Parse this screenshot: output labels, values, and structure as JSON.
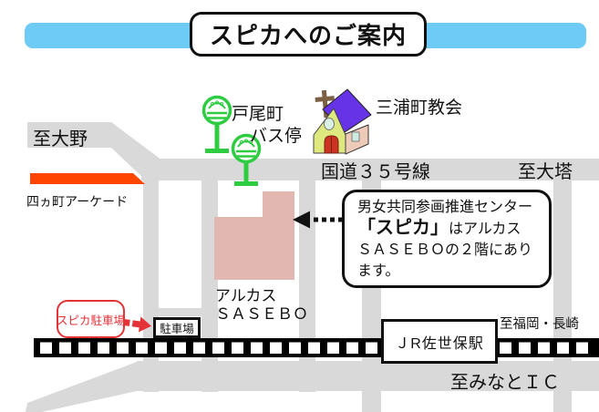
{
  "title": "スピカへのご案内",
  "roads": {
    "route35": "国道３５号線",
    "to_ohno": "至大野",
    "to_daito": "至大塔",
    "to_fukuoka_nagasaki": "至福岡・長崎",
    "to_minato_ic": "至みなとＩＣ"
  },
  "landmarks": {
    "bus_stop_line1": "戸尾町",
    "bus_stop_line2": "バス停",
    "church_name": "三浦町教会",
    "arcade_name": "四ヵ町アーケード",
    "arkas_line1": "アルカス",
    "arkas_line2": "ＳＡＳＥＢＯ",
    "station_name": "ＪR佐世保駅",
    "parking_label": "駐車場",
    "parking_callout": "スピカ駐車場"
  },
  "info_box": {
    "line1": "男女共同参画推進センター",
    "emphasis": "「スピカ」",
    "line2_rest": "はアルカス",
    "line3": "ＳＡＳＥＢＯの２階にあり",
    "line4": "ます。"
  },
  "colors": {
    "banner_blue": "#6ecbf5",
    "road_gray": "#d9d9d9",
    "arcade_red": "#ff4500",
    "building_pink": "#e3b7b1",
    "bus_stop_green": "#2ecc40",
    "callout_red": "#e53238",
    "church_roof_purple": "#6633e6",
    "church_wall_yellow": "#dde97e",
    "church_door_red": "#cc3322"
  }
}
